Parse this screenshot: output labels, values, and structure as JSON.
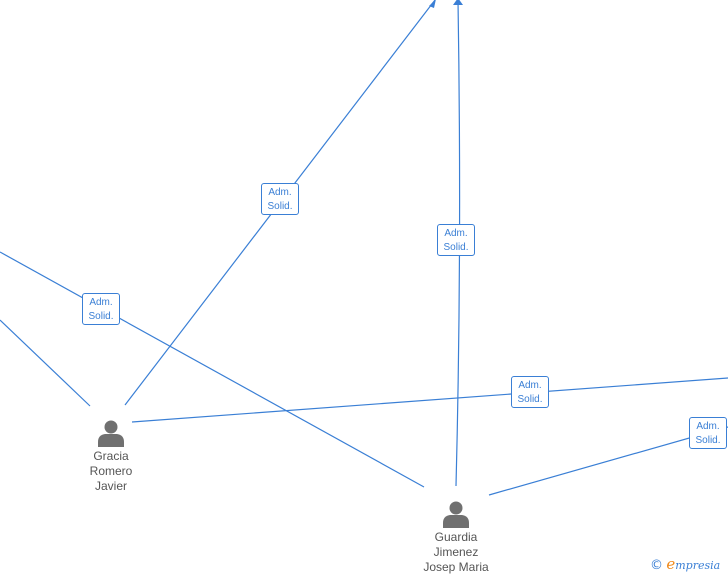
{
  "edges": [
    {
      "id": "e1",
      "label_line1": "Adm.",
      "label_line2": "Solid."
    },
    {
      "id": "e2",
      "label_line1": "Adm.",
      "label_line2": "Solid."
    },
    {
      "id": "e3",
      "label_line1": "Adm.",
      "label_line2": "Solid."
    },
    {
      "id": "e4",
      "label_line1": "Adm.",
      "label_line2": "Solid."
    },
    {
      "id": "e5",
      "label_line1": "Adm.",
      "label_line2": "Solid."
    }
  ],
  "people": [
    {
      "id": "gracia",
      "name_lines": [
        "Gracia",
        "Romero",
        "Javier"
      ]
    },
    {
      "id": "guardia",
      "name_lines": [
        "Guardia",
        "Jimenez",
        "Josep Maria"
      ]
    }
  ],
  "footer": {
    "copyright": "©",
    "brand_first": "e",
    "brand_rest": "mpresia"
  },
  "colors": {
    "edge": "#3a7fd5",
    "person_icon": "#707070",
    "brand_accent": "#f08a1c"
  }
}
